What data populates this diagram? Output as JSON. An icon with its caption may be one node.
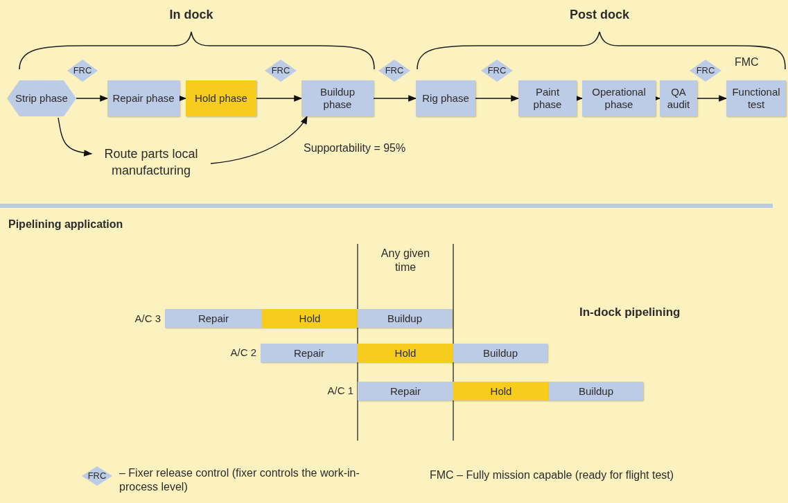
{
  "diagram": {
    "nodes": [
      {
        "text": [
          "Strip phase"
        ]
      },
      {
        "text": [
          "FRC"
        ]
      },
      {
        "text": [
          "Repair phase"
        ]
      },
      {
        "text": [
          "Hold phase"
        ]
      },
      {
        "text": [
          "FRC"
        ]
      },
      {
        "text": [
          "Buildup phase"
        ]
      },
      {
        "text": [
          "FRC"
        ]
      },
      {
        "text": [
          "Rig phase"
        ]
      },
      {
        "text": [
          "FRC"
        ]
      },
      {
        "text": [
          "Paint phase"
        ]
      },
      {
        "text": [
          "Operational phase"
        ]
      },
      {
        "text": [
          "QA audit"
        ]
      },
      {
        "text": [
          "FRC"
        ]
      },
      {
        "text": [
          "Functional test"
        ],
        "beside": [
          "FMC"
        ]
      },
      {
        "text": [
          "Route parts local manufacturing"
        ]
      },
      {
        "text": [
          "Repair"
        ]
      },
      {
        "text": [
          "Hold"
        ]
      },
      {
        "text": [
          "Buildup"
        ]
      },
      {
        "text": [
          "Repair"
        ]
      },
      {
        "text": [
          "Hold"
        ]
      },
      {
        "text": [
          "Buildup"
        ]
      },
      {
        "text": [
          "Repair"
        ]
      },
      {
        "text": [
          "Hold"
        ]
      },
      {
        "text": [
          "Buildup"
        ]
      },
      {
        "text": [
          "FRC"
        ],
        "beside": [
          "– Fixer release control (fixer controls the work-in-process level)"
        ]
      }
    ],
    "edges": [
      {
        "from": 0,
        "to": 2,
        "arrow": "to"
      },
      {
        "from": 2,
        "to": 3,
        "arrow": "to"
      },
      {
        "from": 3,
        "to": 5,
        "arrow": "to"
      },
      {
        "from": 5,
        "to": 7,
        "arrow": "to"
      },
      {
        "from": 7,
        "to": 9,
        "arrow": "to"
      },
      {
        "from": 9,
        "to": 10,
        "arrow": "to"
      },
      {
        "from": 10,
        "to": 11,
        "arrow": "to"
      },
      {
        "from": 11,
        "to": 13,
        "arrow": "to"
      },
      {
        "from": 0,
        "to": 14,
        "arrow": "to"
      },
      {
        "from": 14,
        "to": 5,
        "arrow": "to"
      }
    ],
    "labels": [
      "In dock",
      "Post dock",
      "Supportability = 95%",
      "Pipelining application",
      "Any given time",
      "A/C 3",
      "In-dock pipelining",
      "A/C 2",
      "A/C 1",
      "FMC – Fully mission capable (ready for flight test)"
    ]
  }
}
